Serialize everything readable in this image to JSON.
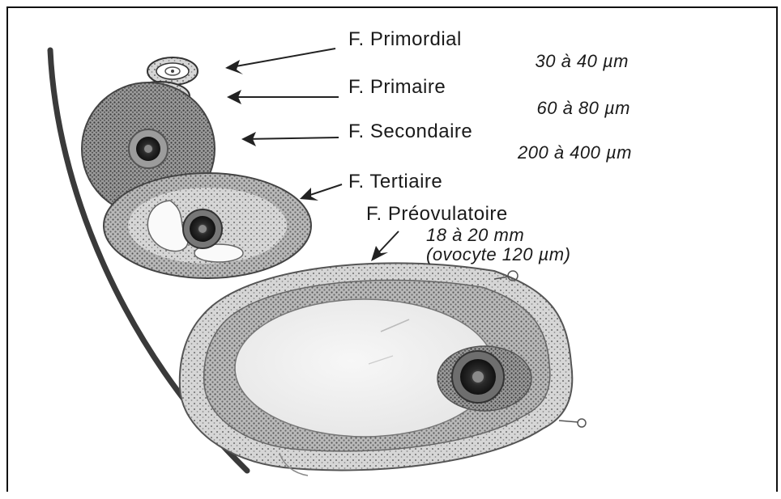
{
  "follicles": [
    {
      "name": "F. Primordial",
      "size": "30 à 40 µm"
    },
    {
      "name": "F. Primaire",
      "size": "60 à 80 µm"
    },
    {
      "name": "F. Secondaire",
      "size": "200 à 400 µm"
    },
    {
      "name": "F. Tertiaire",
      "size": ""
    },
    {
      "name": "F. Préovulatoire",
      "size": "18 à 20 mm",
      "note": "(ovocyte 120 µm)"
    }
  ],
  "colors": {
    "ink": "#1a1a1a",
    "granulosa": "#8a8a8a",
    "cortex": "#3a3a3a",
    "antrum": "#f0f0f0"
  }
}
